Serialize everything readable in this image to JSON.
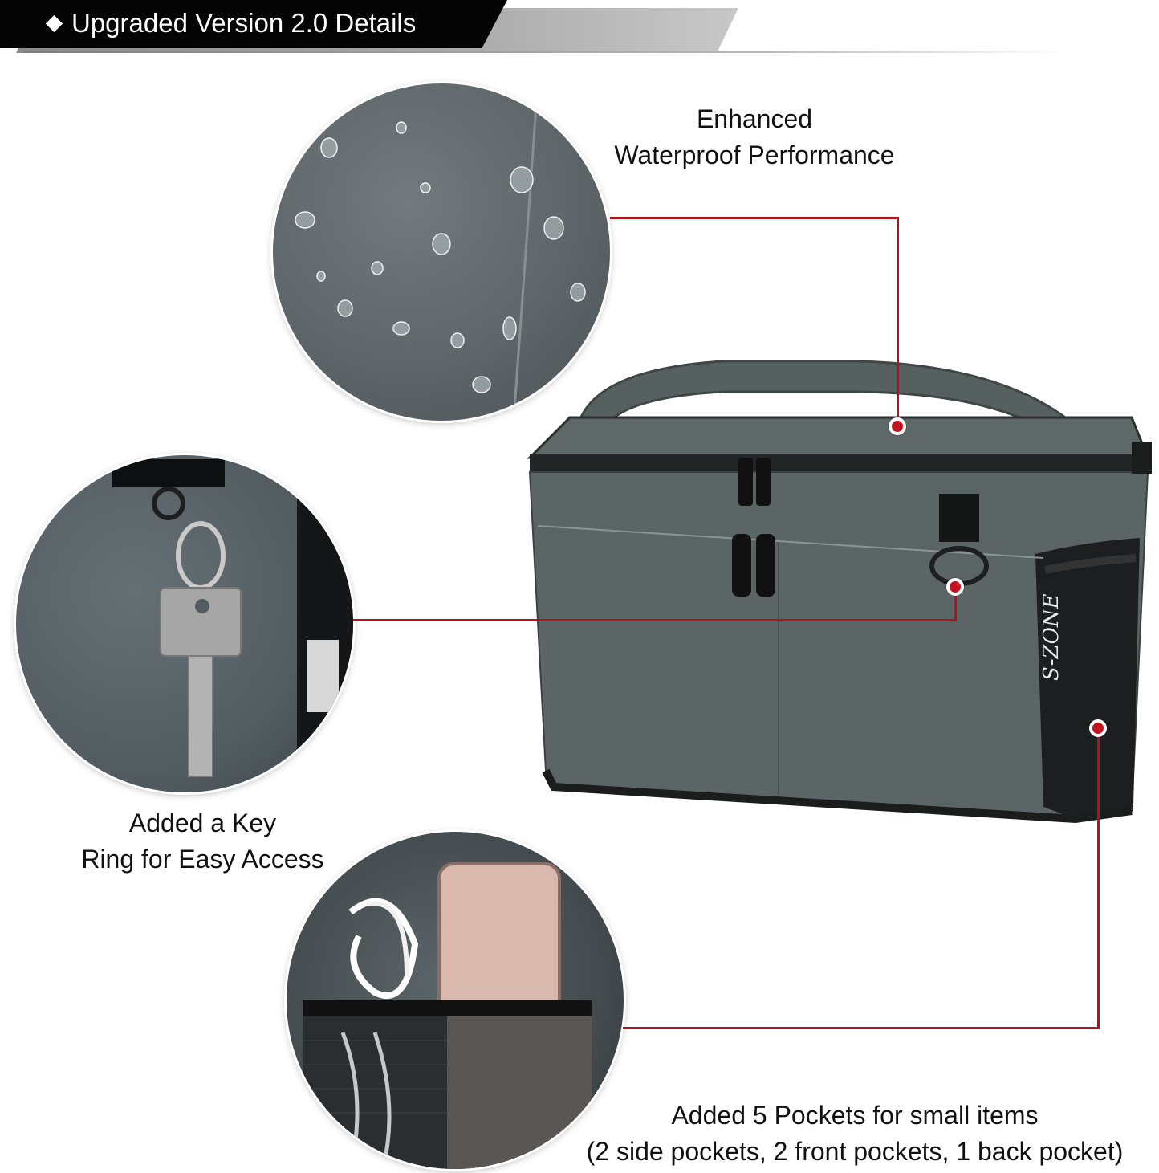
{
  "header": {
    "title": "Upgraded Version 2.0 Details"
  },
  "callouts": [
    {
      "id": "waterproof",
      "lines": [
        "Enhanced",
        "Waterproof Performance"
      ]
    },
    {
      "id": "keyring",
      "lines": [
        "Added a Key",
        "Ring for Easy Access"
      ]
    },
    {
      "id": "pockets",
      "lines": [
        "Added 5 Pockets for small items",
        "(2 side pockets, 2 front pockets, 1 back pocket)"
      ]
    }
  ],
  "bag": {
    "brand": "S-ZONE"
  },
  "colors": {
    "accent": "#b3121c",
    "bag_fabric": "#5b6468",
    "banner": "#050505"
  },
  "icons": {
    "header_bullet": "diamond-icon",
    "callout_marker": "red-dot-icon"
  }
}
